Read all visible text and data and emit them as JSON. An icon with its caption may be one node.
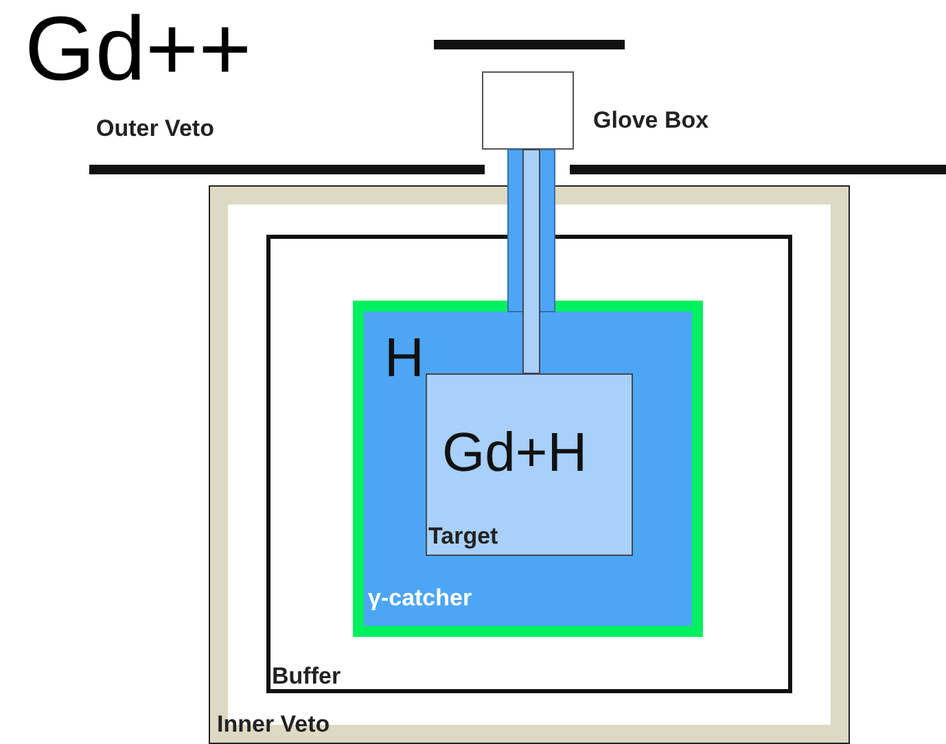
{
  "diagram": {
    "title": "Gd++",
    "nodes": [
      {
        "text": [
          "Inner Veto"
        ]
      },
      {
        "text": [
          "Buffer"
        ],
        "in": 0
      },
      {
        "text": [
          "H",
          "γ-catcher"
        ],
        "in": 1
      },
      {
        "text": [
          "Gd+H",
          "Target"
        ],
        "in": 2
      },
      {
        "text": [],
        "shape": "box",
        "beside": [
          "Glove Box"
        ]
      }
    ],
    "edges": [],
    "labels": [
      "Outer Veto"
    ]
  }
}
